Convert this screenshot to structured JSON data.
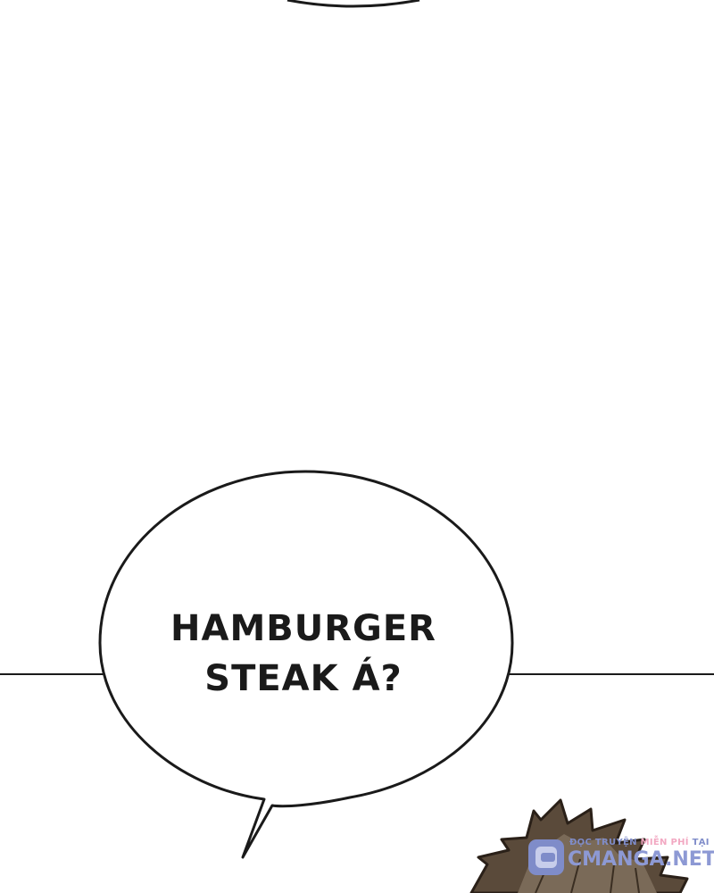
{
  "speech_bubble": {
    "lines": [
      "HAMBURGER",
      "STEAK Á?"
    ]
  },
  "watermark": {
    "tagline_part1": "ĐỌC TRUYỆN",
    "tagline_highlight": "MIỄN PHÍ",
    "tagline_part2": "TẠI",
    "site": "CMANGA.NET",
    "logo_color": "#7f8cc9",
    "highlight_color": "#f2a8c2"
  },
  "colors": {
    "background": "#ffffff",
    "ink": "#1a1a1a",
    "character_hair": "#5a4a3a"
  }
}
